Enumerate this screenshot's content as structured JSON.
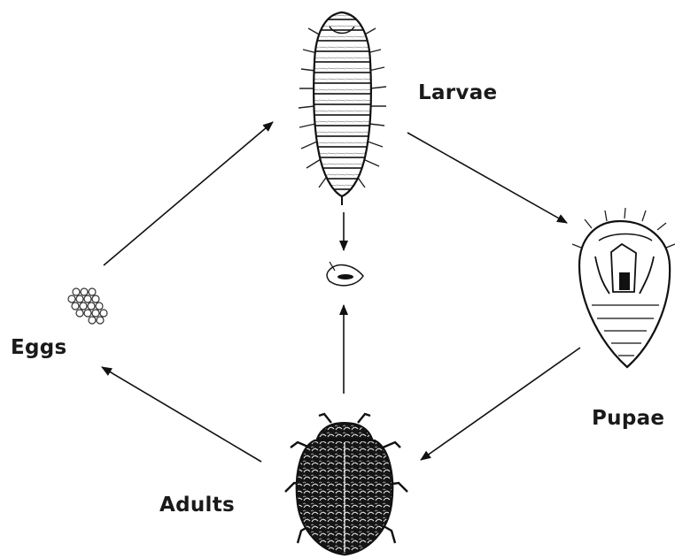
{
  "diagram": {
    "type": "life-cycle",
    "stages": [
      {
        "id": "larvae",
        "label": "Larvae"
      },
      {
        "id": "pupae",
        "label": "Pupae"
      },
      {
        "id": "adults",
        "label": "Adults"
      },
      {
        "id": "eggs",
        "label": "Eggs"
      }
    ],
    "edges": [
      {
        "from": "eggs",
        "to": "larvae"
      },
      {
        "from": "larvae",
        "to": "pupae"
      },
      {
        "from": "pupae",
        "to": "adults"
      },
      {
        "from": "adults",
        "to": "eggs"
      },
      {
        "from": "larvae",
        "to": "cast-skin"
      },
      {
        "from": "adults",
        "to": "cast-skin"
      }
    ],
    "colors": {
      "ink": "#111111",
      "background": "#ffffff"
    }
  }
}
